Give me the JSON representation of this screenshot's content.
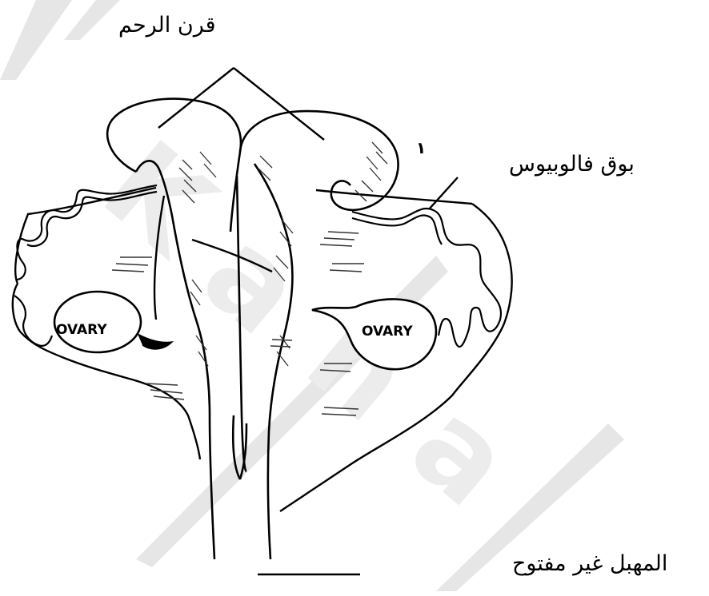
{
  "labels": {
    "uterine_horns": "قرن الرحم",
    "fallopian_tubes": "بوق فالوبيوس",
    "vagina_unopened": "المهبل غير مفتوح"
  },
  "ovary_left": "OVARY",
  "ovary_right": "OVARY",
  "marker_number": "١",
  "watermark_letters": [
    "K",
    "a",
    "n",
    "a"
  ]
}
